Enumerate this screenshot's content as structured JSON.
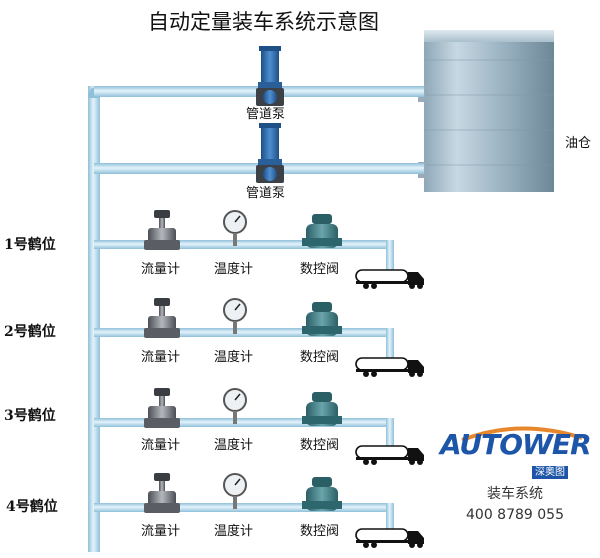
{
  "title": "自动定量装车系统示意图",
  "tank_label": "油仓",
  "pumps": [
    {
      "label": "管道泵"
    },
    {
      "label": "管道泵"
    }
  ],
  "stations": [
    {
      "label": "1号鹤位",
      "flowmeter": "流量计",
      "thermometer": "温度计",
      "valve": "数控阀"
    },
    {
      "label": "2号鹤位",
      "flowmeter": "流量计",
      "thermometer": "温度计",
      "valve": "数控阀"
    },
    {
      "label": "3号鹤位",
      "flowmeter": "流量计",
      "thermometer": "温度计",
      "valve": "数控阀"
    },
    {
      "label": "4号鹤位",
      "flowmeter": "流量计",
      "thermometer": "温度计",
      "valve": "数控阀"
    }
  ],
  "brand": {
    "logo": "AUTOWER",
    "sub": "深奥图",
    "name": "装车系统",
    "phone": "400 8789 055"
  },
  "colors": {
    "pipe": "#b9dcee",
    "pipe_edge": "#7fb5d3",
    "pump": "#2f6fb0",
    "valve": "#3e7f86",
    "brand": "#1d56a8"
  }
}
